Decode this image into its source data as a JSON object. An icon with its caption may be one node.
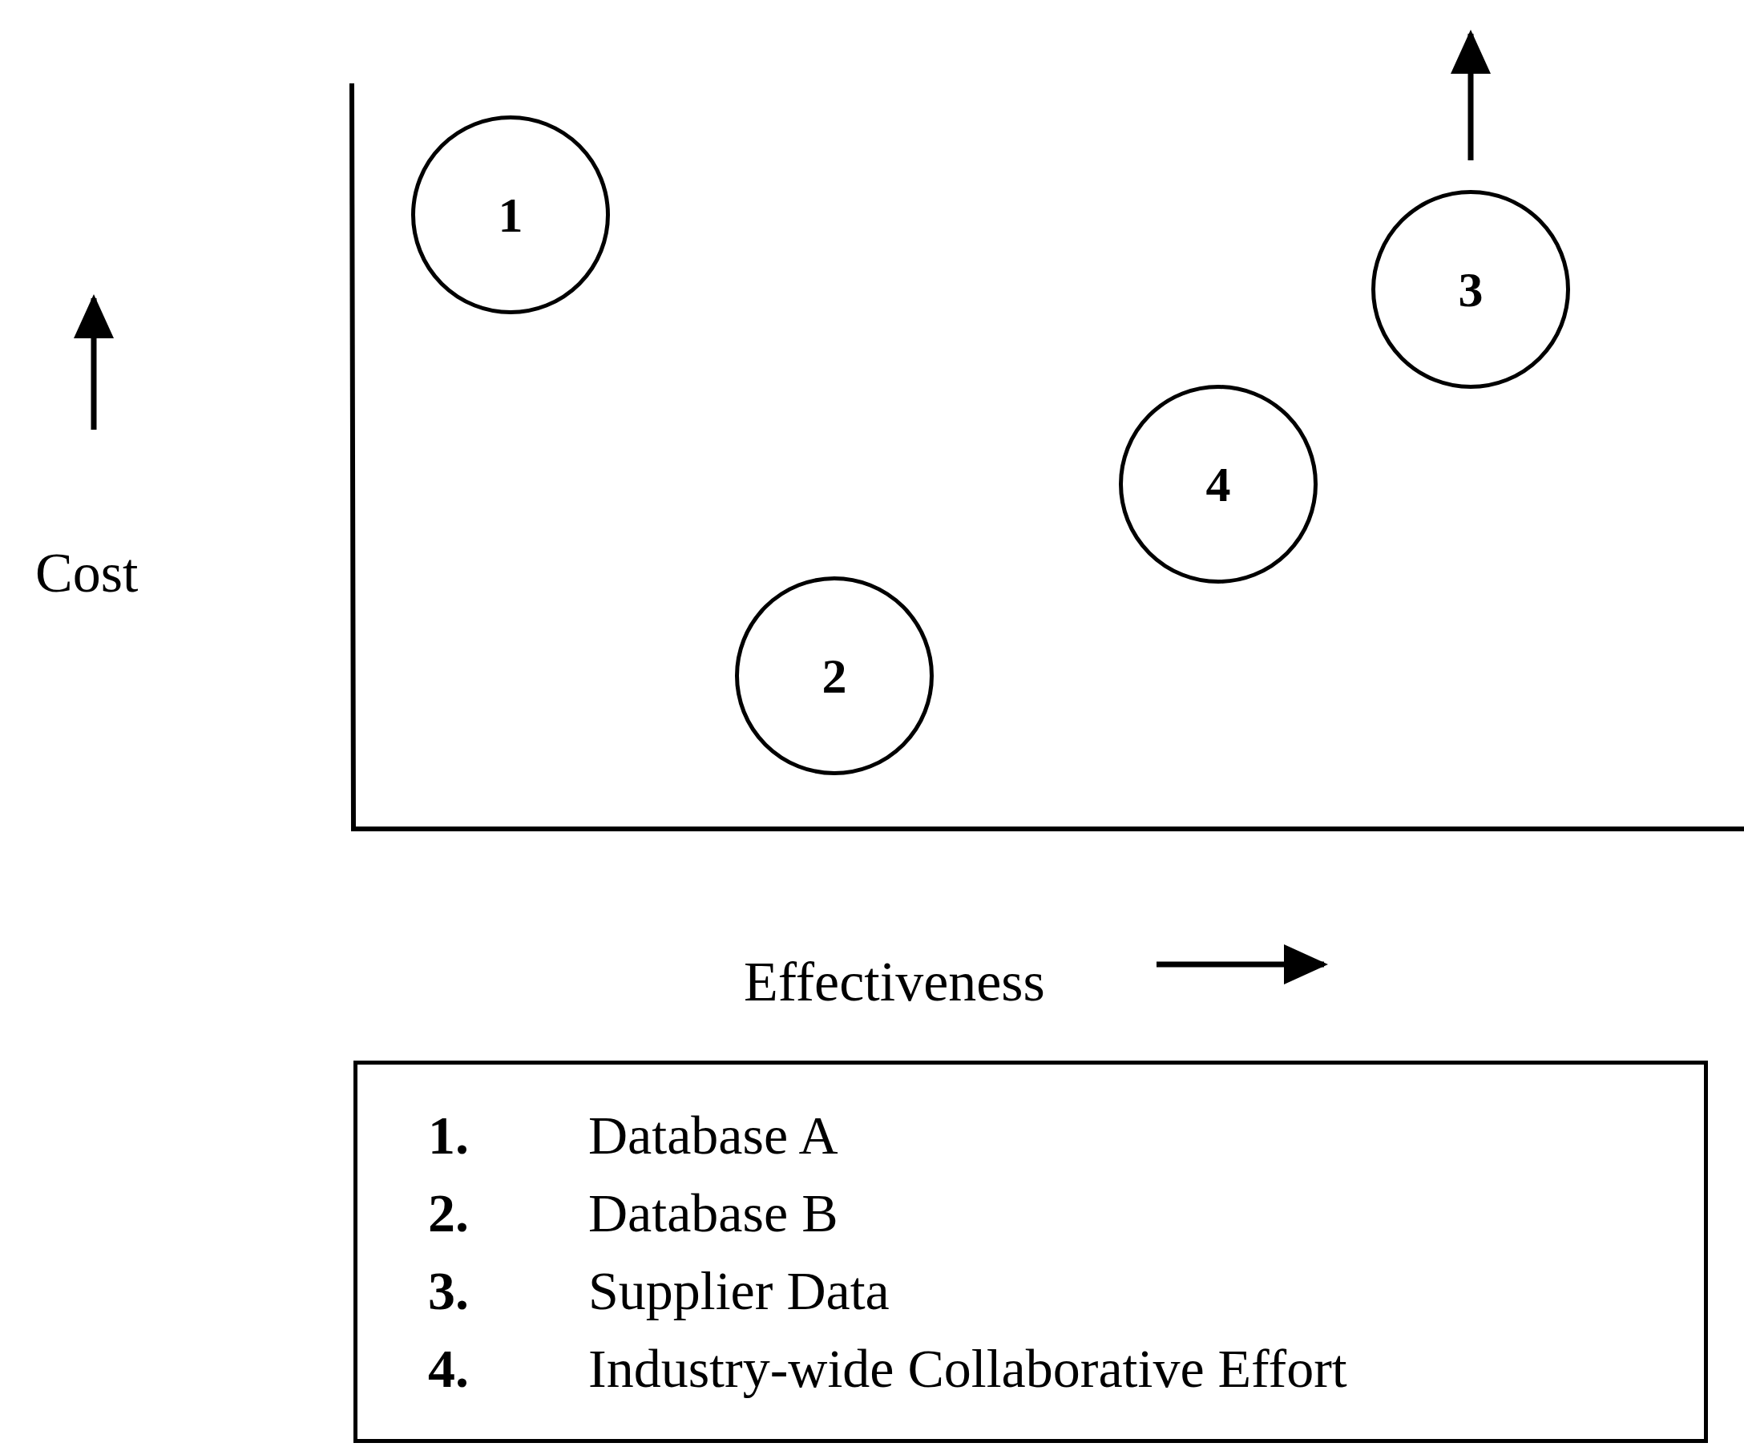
{
  "diagram": {
    "nodes": [
      {
        "text": [
          "1"
        ]
      },
      {
        "text": [
          "2"
        ]
      },
      {
        "text": [
          "3"
        ]
      },
      {
        "text": [
          "4"
        ]
      },
      {
        "text": [
          "1.",
          "Database A",
          "2.",
          "Database B",
          "3.",
          "Supplier Data",
          "4.",
          "Industry-wide Collaborative Effort"
        ]
      }
    ],
    "labels": [
      "Cost",
      "Effectiveness"
    ]
  }
}
